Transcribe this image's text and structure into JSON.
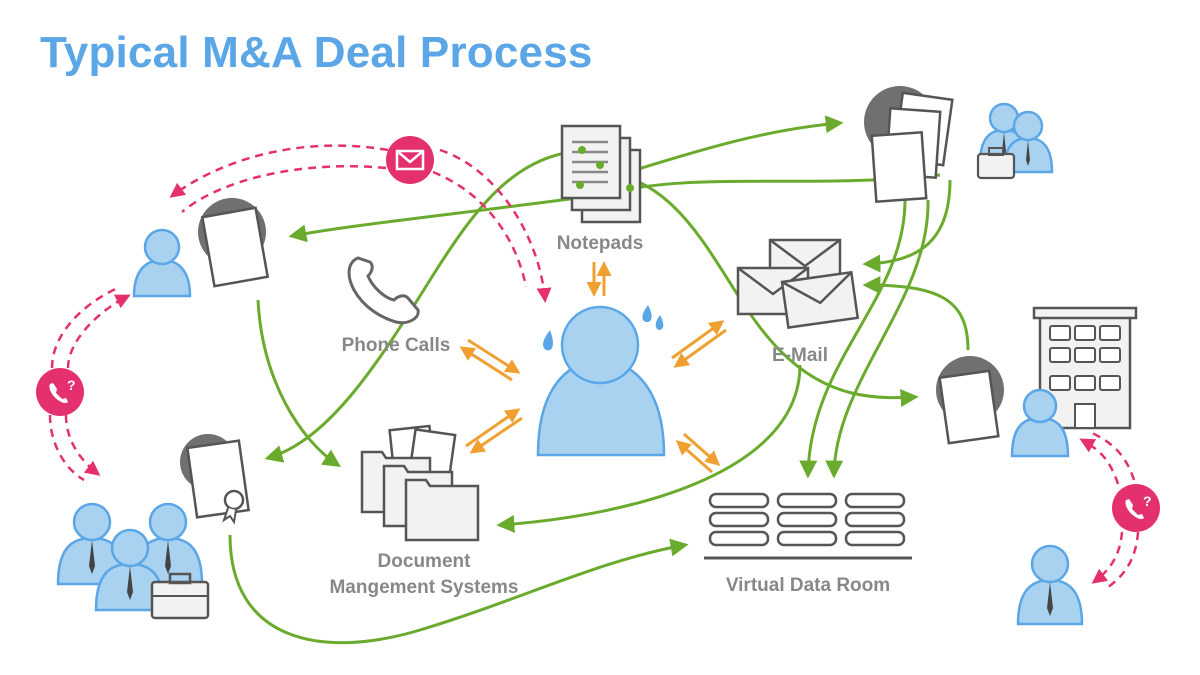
{
  "title": "Typical M&A Deal Process",
  "labels": {
    "notepads": "Notepads",
    "phone_calls": "Phone Calls",
    "email": "E-Mail",
    "document_management_line1": "Document",
    "document_management_line2": "Mangement Systems",
    "virtual_data_room": "Virtual Data Room"
  },
  "colors": {
    "title": "#5aa6e6",
    "person_fill": "#a9d1f0",
    "person_stroke": "#5aa6e6",
    "flow_green": "#6aab2e",
    "dashed_pink": "#e4306f",
    "arrow_orange": "#f0a030",
    "label_grey": "#888888"
  },
  "icons": [
    "person-icon",
    "document-icon",
    "email-badge-icon",
    "phone-question-icon",
    "notepad-icon",
    "phone-icon",
    "envelope-icon",
    "folder-icon",
    "database-icon",
    "building-icon",
    "briefcase-icon",
    "certificate-icon"
  ]
}
